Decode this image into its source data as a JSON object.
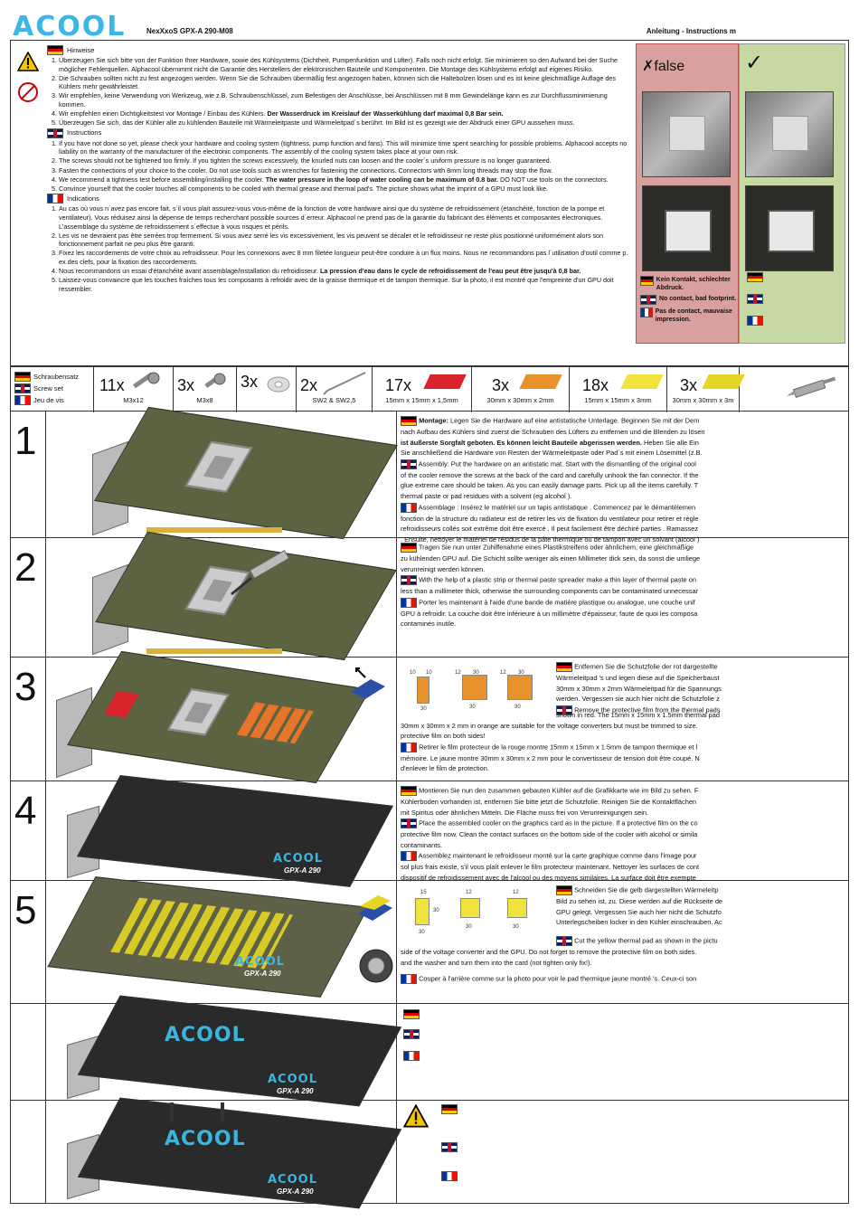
{
  "header": {
    "logo": "ACOOL",
    "product": "NexXxoS GPX-A 290-M08",
    "instructions": "Anleitung - Instructions m"
  },
  "hinweise": {
    "de_title": "Hinweise",
    "de_items": [
      "Überzeugen Sie sich bitte von der Funktion Ihrer Hardware, sowie des Kühlsystems (Dichtheit, Pumpenfunktion und Lüfter). Falls noch nicht erfolgt. Sie minimieren so den Aufwand bei der Suche möglicher Fehlerquellen. Alphacool übernimmt nicht die Garantie des Herstellers der elektronischen Bauteile und Komponenten. Die Montage des Kühlsystems erfolgt auf eigenes Risiko.",
      "Die Schrauben sollten nicht zu fest angezogen werden. Wenn Sie die Schrauben übermäßig fest angezogen haben, können sich die Haltebolzen lösen und es ist keine gleichmäßige Auflage des Kühlers mehr gewährleistet.",
      "Wir empfehlen, keine Verwendung von Werkzeug, wie z.B. Schraubenschlüssel, zum Befestigen der Anschlüsse, bei Anschlüssen mit 8 mm Gewindelänge kann es zur Durchflussminimierung kommen.",
      "Wir empfehlen einen Dichtigkeitstest vor Montage / Einbau des Kühlers.",
      "Überzeugen Sie sich, das der Kühler alle zu kühlenden Bauteile mit Wärmeleitpaste und Wärmeleitpad´s berührt. Im Bild ist es gezeigt wie der Abdruck einer GPU aussehen muss."
    ],
    "de_bold4": "Der Wasserdruck im Kreislauf der Wasserkühlung darf maximal 0,8 Bar sein.",
    "en_title": "Instructions",
    "en_items": [
      "If you have not done so yet, please check your hardware and cooling system (tightness, pump function and fans). This will minimize time spent searching for possible problems. Alphacool accepts no liability on the warranty of the manufacturer of the electronic components. The assembly of the cooling system takes place at your own risk.",
      "The screws should not be tightened too firmly. If you tighten the screws excessively, the knurled nuts can loosen and the cooler´s uniform pressure is no longer guaranteed.",
      "Fasten the connections of your choice to the cooler. Do not use tools such as wrenches for fastening the connections. Connectors with 8mm long threads may stop the flow.",
      "We recommend a tightness test before assembling/installing the cooler.",
      "Convince yourself that the cooler touches all components to be cooled with thermal grease and thermal pad's. The picture shows what the imprint of a GPU must look like."
    ],
    "en_bold4": "The water pressure in the loop of water cooling can be maximum of 0.8 bar.",
    "en_tail4": "DO NOT use tools on the connectors.",
    "fr_title": "Indications",
    "fr_items": [
      "Au cas où vous n´avez pas encore fait, s´il vous plait assurez-vous vous-même de la fonction de votre hardware ainsi que du système de refroidissement (étanchéité, fonction de la pompe et ventilateur). Vous réduisez ainsi la dépense de temps recherchant possible sources d´erreur. Alphacool ne prend pas de la garantie du fabricant des éléments et composantes électroniques. L'assemblage du système de refroidissement s´effectue à vous risques et périls.",
      "Les vis ne devraient pas être serrées trop fermement. Si vous avez serré les vis excessivement, les vis peuvent se décaler et le refroidisseur ne reste plus positionné uniformément alors son fonctionnement parfait ne peu plus être garanti.",
      "Fixez les raccordements de votre choix au refroidisseur. Pour les connexions avec 8 mm filetée longueur peut-être conduire à un flux moins. Nous ne recommandons pas l´utilisation d'outil comme p. ex.des clefs, pour la fixation des raccordements.",
      "Nous recommandons un essai d'étanchéité avant assemblage/installation du refroidisseur.",
      "Laissez-vous convaincre que les touches fraîches tous les composants à refroidir avec de la graisse thermique et de tampon thermique. Sur la photo, il est montré que l'empreinte d'un GPU doit ressembler."
    ],
    "fr_bold4": "La pression d'eau dans le cycle de refroidissement de l'eau peut être jusqu'à 0,8 bar."
  },
  "compare": {
    "false_label": "false",
    "check": "✓",
    "de": "Kein Kontakt, schlechter Abdruck.",
    "en": "No contact, bad footprint.",
    "fr": "Pas de contact, mauvaise impression."
  },
  "parts": {
    "de": "Schraubensatz",
    "en": "Screw set",
    "fr": "Jeu de vis",
    "items": [
      {
        "count": "11x",
        "label": "M3x12"
      },
      {
        "count": "3x",
        "label": "M3x8"
      },
      {
        "count": "3x",
        "label": ""
      },
      {
        "count": "2x",
        "label": "SW2 & SW2,5"
      },
      {
        "count": "17x",
        "label": "15mm x 15mm x 1,5mm"
      },
      {
        "count": "3x",
        "label": "30mm x 30mm x 2mm"
      },
      {
        "count": "18x",
        "label": "15mm x 15mm x 3mm"
      },
      {
        "count": "3x",
        "label": "30mm x 30mm x 3m"
      }
    ],
    "colors": {
      "red": "#d9232b",
      "orange": "#e8922b",
      "yellow": "#f2e23c",
      "yellow2": "#e6d525"
    }
  },
  "steps": {
    "s1": {
      "num": "1",
      "de_b": "Montage:",
      "de": "Legen Sie die Hardware auf eine antistatische Unterlage. Beginnen Sie mit der Dem",
      "de2": "nach Aufbau des Kühlers sind zuerst die Schrauben des Lüfters zu entfernen und die Blenden zu lösen",
      "de3": "ist äußerste Sorgfalt geboten. Es können leicht Bauteile abgerissen werden.",
      "de3b": "Heben Sie alle Ein",
      "de4": "Sie anschließend die Hardware von Resten der Wärmeleitpaste oder Pad´s mit einem Lösemittel (z.B.",
      "en": "Assembly: Put the hardware on an antistatic mat. Start with the dismantling of the original cool",
      "en2": "of the cooler remove the screws at the back of the card and carefully unhook the fan connector. If the",
      "en3": "glue extreme care should be taken. As you can easily damage parts. Pick up all the items carefully. T",
      "en4": "thermal paste or pad residues with a solvent (eg alcohol ).",
      "fr": "Assemblage : Insérez le matériel sur un tapis antistatique . Commencez par le démantèlemen",
      "fr2": "fonction de la structure du radiateur est de retirer les vis de fixation du ventilateur pour retirer et règle",
      "fr3": "refroidisseurs collés soit extrême doit être exercé . Il peut facilement être déchiré parties . Ramassez",
      "fr4": ". Ensuite, nettoyer le matériel de résidus de la pâte thermique ou de tampon avec un solvant (alcool )"
    },
    "s2": {
      "num": "2",
      "de": "Tragen Sie nun unter Zuhilfenahme eines Plastikstreifens oder ähnlichem, eine gleichmäßige",
      "de2": "zu kühlenden GPU auf. Die Schicht sollte weniger als einen Millimeter dick sein, da sonst die umliege",
      "de3": "verunreinigt werden können.",
      "en": "With the help of a plastic strip or thermal paste spreader make a thin layer of thermal paste on",
      "en2": "less than a millimeter thick, otherwise the surrounding components can be contaminated unnecessar",
      "fr": "Porter les maintenant à l'aide d'une bande de matière plastique ou analogue, une couche unif",
      "fr2": "GPU à refroidir. La couche doit être inférieure à un millimètre d'épaisseur, faute de quoi les composa",
      "fr3": "contaminés inutile."
    },
    "s3": {
      "num": "3",
      "de": "Entfernen Sie die Schutzfolie der rot dargestellte",
      "de2": "Wärmeleitpad 's und legen diese auf die Speicherbaust",
      "de3": "30mm x 30mm x 2mm Wärmeleitpad für die Spannungs",
      "de4": "werden. Vergessen sie auch hier nicht die Schutzfolie z",
      "en": "Remove the protective film from the thermal pads",
      "en2": "shown in red. The 15mm x 15mm x 1.5mm thermal pad",
      "en3": "30mm x 30mm x 2 mm in orange are suitable for the voltage converters but must be trimmed to size.",
      "en4": "protective film on both sides!",
      "fr": "Retirer le film protecteur de la rouge montre 15mm x 15mm x 1.5mm de tampon thermique et l",
      "fr2": "mémoire. Le jaune montre 30mm x 30mm x 2 mm pour le convertisseur de tension doit être coupé. N",
      "fr3": "d'enlever le film de protection.",
      "dims": [
        "10",
        "10",
        "12",
        "30",
        "12",
        "30",
        "30",
        "30",
        "30"
      ]
    },
    "s4": {
      "num": "4",
      "de": "Montieren Sie nun den zusammen gebauten Kühler auf die Grafikkarte wie im Bild zu sehen. F",
      "de2": "Kühlerboden vorhanden ist, entfernen Sie bitte jetzt die Schutzfolie. Reinigen Sie die Kontaktflächen",
      "de3": "mit Spiritus oder ähnlichen Mitteln. Die Fläche muss frei von Verunreinigungen sein.",
      "en": "Place the assembled cooler on the graphics card as in the picture. If a protective film on the co",
      "en2": "protective film now. Clean the contact surfaces on the bottom side of the cooler with alcohol or simila",
      "en3": "contaminants.",
      "fr": "Assemblez maintenant le refroidisseur monté sur la carte graphique comme dans l'image pour",
      "fr2": "sol plus frais existe, s'il vous plaît enlever le film protecteur maintenant. Nettoyer les surfaces de cont",
      "fr3": "dispositif de refroidissement avec de l'alcool ou des moyens similaires. La surface doit être exempte",
      "brand": "ACOOL",
      "brand_sub": "GPX-A 290"
    },
    "s5": {
      "num": "5",
      "de": "Schneiden Sie die gelb dargestellten Wärmeleitp",
      "de2": "Bild zu sehen ist, zu. Diese werden auf die Rückseite de",
      "de3": "GPU gelegt. Vergessen Sie auch hier nicht die Schutzfo",
      "de4": "Unterlegscheiben locker in den Kühler einschrauben. Ac",
      "en": "Cut the yellow thermal pad as shown in the pictu",
      "en2": "side of the voltage converter and the GPU. Do not forget to remove the protective film on both sides.",
      "en3": "and the washer and turn them into the card (not tighten only fix!).",
      "fr": "Couper à l'arrière comme sur la photo pour voir le pad thermique jaune montré 's. Ceux-ci son",
      "brand": "ACOOL",
      "brand_sub": "GPX-A 290",
      "dims": [
        "15",
        "30",
        "12",
        "12",
        "30",
        "30",
        "30"
      ]
    },
    "s6": {
      "brand": "ACOOL",
      "brand_sub": "GPX-A 290"
    },
    "s7": {
      "brand": "ACOOL",
      "brand_sub": "GPX-A 290"
    }
  }
}
